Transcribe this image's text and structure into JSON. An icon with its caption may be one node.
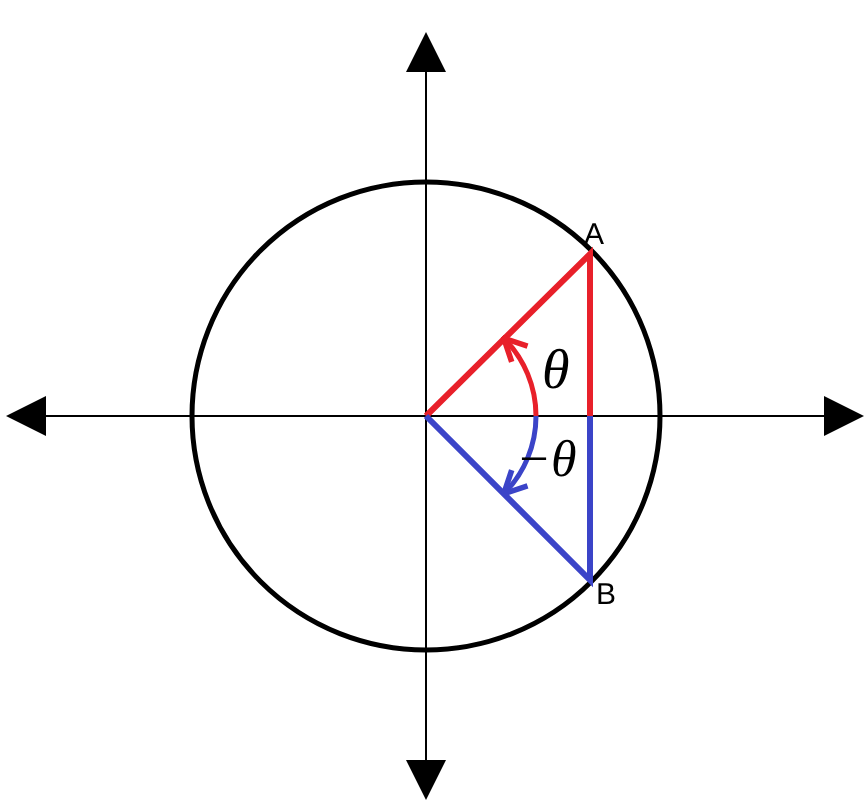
{
  "diagram": {
    "labels": [
      "A",
      "B",
      "θ",
      "−θ"
    ]
  }
}
